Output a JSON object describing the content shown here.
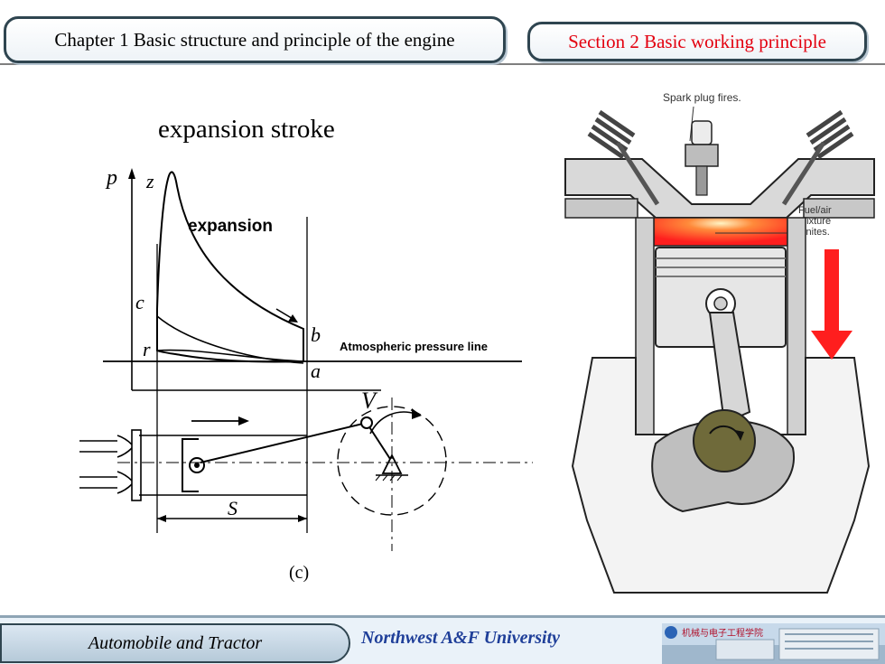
{
  "header": {
    "chapter": "Chapter 1  Basic structure and principle of the engine",
    "section": "Section 2  Basic working  principle"
  },
  "diagram": {
    "title": "expansion stroke",
    "axis_p": "p",
    "axis_v": "V",
    "point_z": "z",
    "point_c": "c",
    "point_r": "r",
    "point_b": "b",
    "point_a": "a",
    "curve_label": "expansion",
    "atm_label": "Atmospheric pressure line",
    "stroke_label": "S",
    "fig_label": "(c)"
  },
  "engine": {
    "spark_label": "Spark plug fires.",
    "fuel_label_1": "Fuel/air",
    "fuel_label_2": "mixture",
    "fuel_label_3": "ignites."
  },
  "footer": {
    "course": "Automobile and Tractor",
    "university": "Northwest  A&F  University",
    "logo_text": "机械与电子工程学院"
  },
  "colors": {
    "accent_red": "#e3000f",
    "combustion_red": "#ff1e1e",
    "university_blue": "#1f3f99",
    "tab_border": "#2f4550"
  }
}
